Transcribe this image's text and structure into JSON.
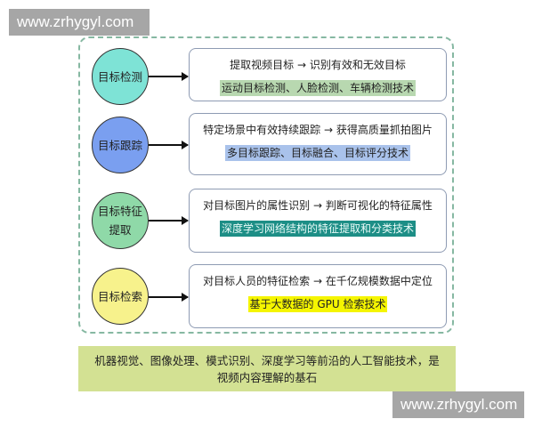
{
  "watermarks": {
    "top": "www.zrhygyl.com",
    "bottom": "www.zrhygyl.com"
  },
  "colors": {
    "container_border": "#86b8a2",
    "circle_detection": "#7ee3d6",
    "circle_tracking": "#7a9ff0",
    "circle_feature": "#8fd9a8",
    "circle_retrieval": "#f7f28c",
    "hl_detection": "#b8d8b0",
    "hl_tracking": "#a9c2eb",
    "hl_feature": "#1d8e86",
    "hl_retrieval": "#f5f500",
    "banner_bg": "#d3e193"
  },
  "rows": [
    {
      "circle": "目标检测",
      "line1": "提取视频目标 → 识别有效和无效目标",
      "line2": "运动目标检测、人脸检测、车辆检测技术"
    },
    {
      "circle": "目标跟踪",
      "line1": "特定场景中有效持续跟踪 → 获得高质量抓拍图片",
      "line2": "多目标跟踪、目标融合、目标评分技术"
    },
    {
      "circle": "目标特征提取",
      "line1": "对目标图片的属性识别 → 判断可视化的特征属性",
      "line2": "深度学习网络结构的特征提取和分类技术"
    },
    {
      "circle": "目标检索",
      "line1": "对目标人员的特征检索 → 在千亿规模数据中定位",
      "line2": "基于大数据的 GPU 检索技术"
    }
  ],
  "circle_feature_lines": [
    "目标特征",
    "提取"
  ],
  "banner": {
    "line1": "机器视觉、图像处理、模式识别、深度学习等前沿的人工智能技术，是",
    "line2": "视频内容理解的基石"
  }
}
